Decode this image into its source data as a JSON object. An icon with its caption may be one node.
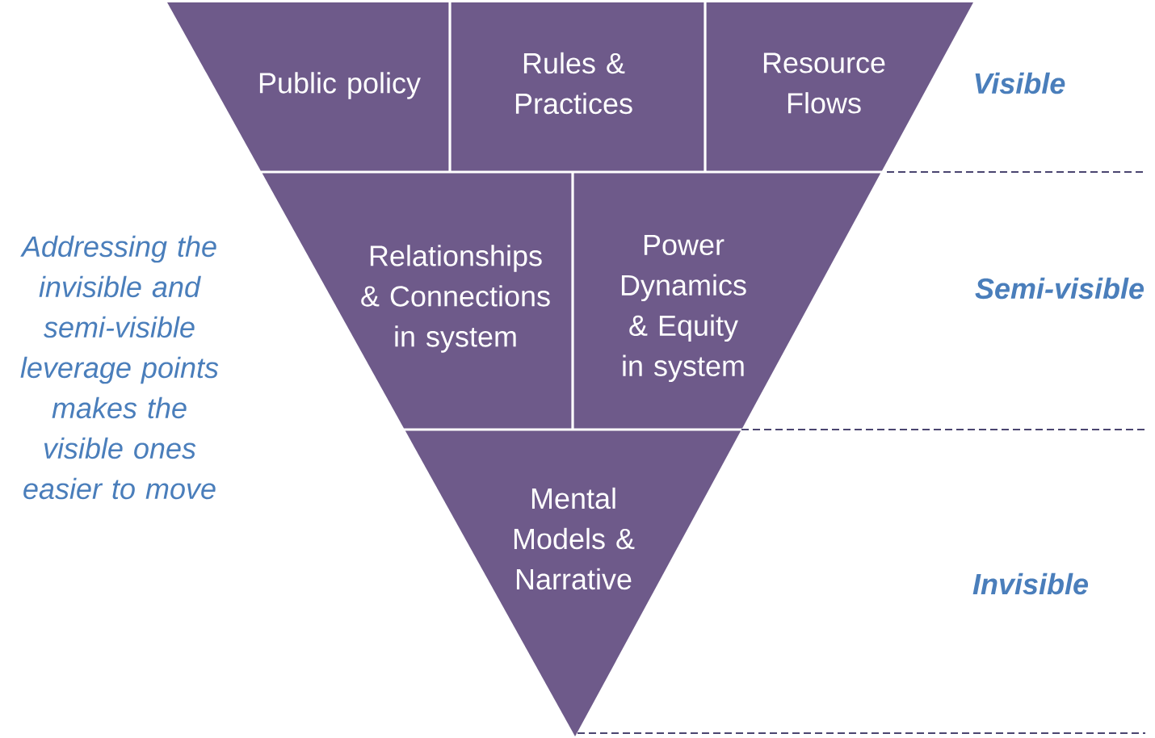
{
  "diagram": {
    "nodes": [
      {
        "text": [
          "Public policy"
        ]
      },
      {
        "text": [
          "Rules & Practices"
        ]
      },
      {
        "text": [
          "Resource Flows"
        ]
      },
      {
        "text": [
          "Relationships & Connections in system"
        ]
      },
      {
        "text": [
          "Power Dynamics & Equity in system"
        ]
      },
      {
        "text": [
          "Mental Models & Narrative"
        ]
      }
    ],
    "labels": [
      "Visible",
      "Addressing the invisible and semi-visible leverage points makes the visible ones easier to move",
      "Semi-visible",
      "Invisible"
    ]
  }
}
